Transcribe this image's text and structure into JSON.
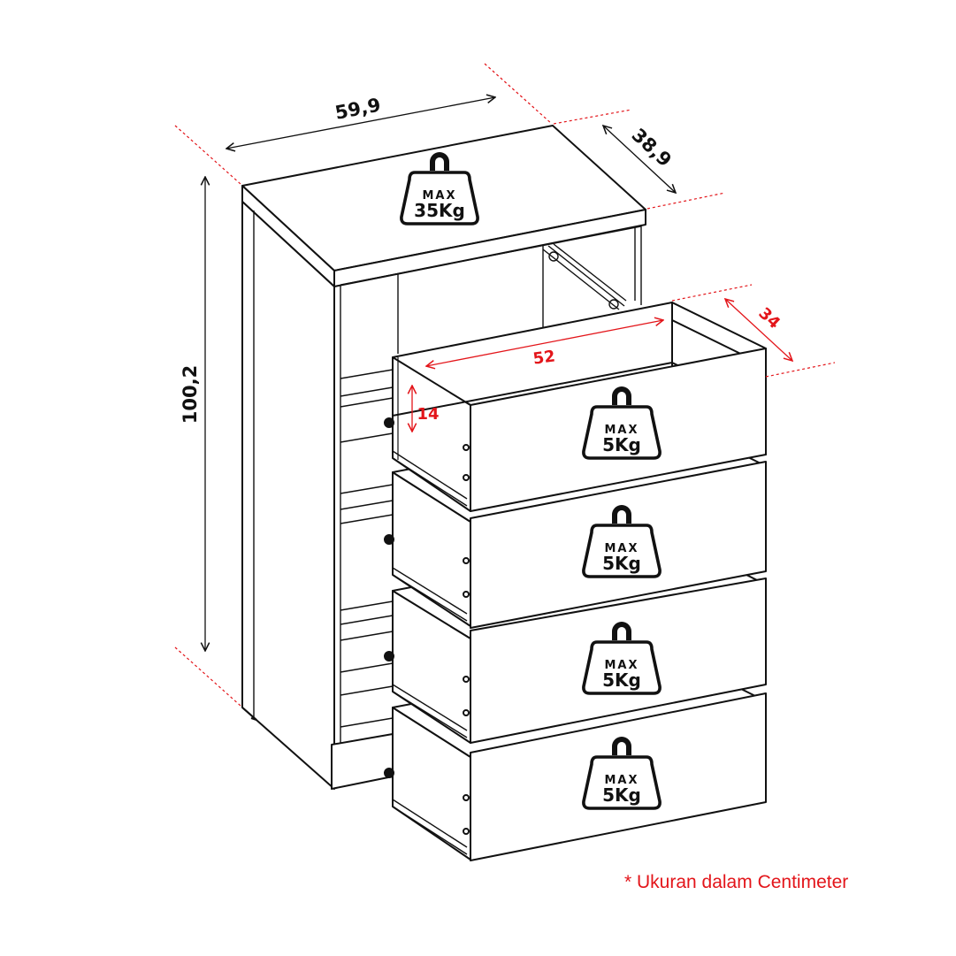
{
  "dimensions": {
    "width": "59,9",
    "depth": "38,9",
    "height": "100,2",
    "drawer_length": "52",
    "drawer_width": "34",
    "drawer_height": "14"
  },
  "weight_badges": {
    "top": {
      "max": "MAX",
      "value": "35Kg"
    },
    "drawers": [
      {
        "max": "MAX",
        "value": "5Kg"
      },
      {
        "max": "MAX",
        "value": "5Kg"
      },
      {
        "max": "MAX",
        "value": "5Kg"
      },
      {
        "max": "MAX",
        "value": "5Kg"
      }
    ]
  },
  "note": "* Ukuran dalam Centimeter",
  "colors": {
    "line": "#111111",
    "accent_red": "#e3151a",
    "background": "#ffffff"
  }
}
